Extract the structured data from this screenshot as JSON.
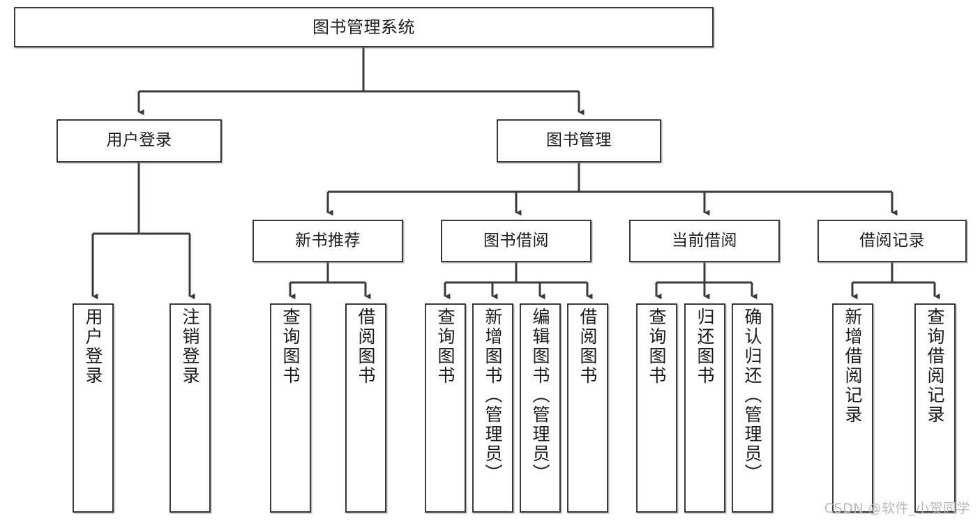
{
  "diagram": {
    "title": "图书管理系统",
    "type": "tree-hierarchy-chart",
    "root": {
      "label": "图书管理系统"
    },
    "level2": [
      {
        "label": "用户登录"
      },
      {
        "label": "图书管理"
      }
    ],
    "level3": [
      {
        "label": "新书推荐"
      },
      {
        "label": "图书借阅"
      },
      {
        "label": "当前借阅"
      },
      {
        "label": "借阅记录"
      }
    ],
    "leaves": {
      "user_login": [
        {
          "label": "用户登录"
        },
        {
          "label": "注销登录"
        }
      ],
      "new_book_recommend": [
        {
          "label": "查询图书"
        },
        {
          "label": "借阅图书"
        }
      ],
      "book_borrow": [
        {
          "label": "查询图书"
        },
        {
          "label": "新增图书（管理员）"
        },
        {
          "label": "编辑图书（管理员）"
        },
        {
          "label": "借阅图书"
        }
      ],
      "current_borrow": [
        {
          "label": "查询图书"
        },
        {
          "label": "归还图书"
        },
        {
          "label": "确认归还（管理员）"
        }
      ],
      "borrow_record": [
        {
          "label": "新增借阅记录"
        },
        {
          "label": "查询借阅记录"
        }
      ]
    }
  },
  "watermark": {
    "text": "CSDN @软件_小贺同学"
  },
  "colors": {
    "box_border": "#3a3a3a",
    "box_fill": "#ffffff",
    "line": "#3a3a3a",
    "text": "#1b1b1b",
    "watermark": "#b9b9b9"
  }
}
